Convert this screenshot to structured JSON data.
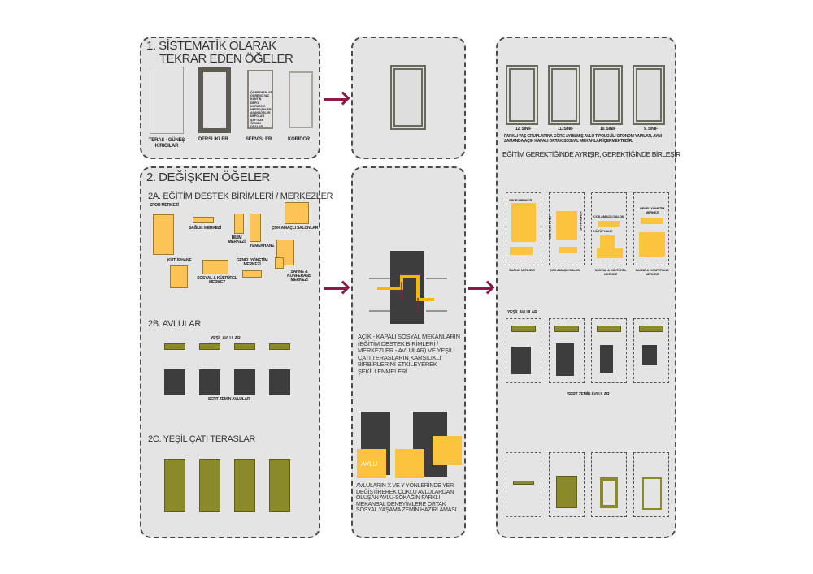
{
  "section1": {
    "title_line1": "1. SİSTEMATİK OLARAK",
    "title_line2": "TEKRAR EDEN ÖĞELER",
    "items": [
      "TERAS - GÜNEŞ KIRICILAR",
      "DERSLİKLER",
      "SERVİSLER",
      "KORİDOR"
    ],
    "services_list": [
      "ÖĞRETMENLER",
      "ÖĞRENCİ WC",
      "KANTİN",
      "DEPO",
      "KIRTASİYE",
      "MERDİVENLER",
      "ASANSÖRLER",
      "DEPOLAR",
      "ŞAFTLAR",
      "TEKNİK ODALAR"
    ]
  },
  "section2": {
    "title": "2. DEĞİŞKEN ÖĞELER",
    "sub_a": "2A. EĞİTİM DESTEK BİRİMLERİ / MERKEZLER",
    "units": [
      "SPOR MERKEZİ",
      "SAĞLIK MERKEZİ",
      "BİLİM MERKEZİ",
      "YEMEKHANE",
      "ÇOK AMAÇLI SALONLAR",
      "KÜTÜPHANE",
      "SOSYAL & KÜLTÜREL MERKEZ",
      "GENEL YÖNETİM MERKEZİ",
      "SAHNE & KONFERANS MERKEZİ"
    ],
    "sub_b": "2B. AVLULAR",
    "green_courts": "YEŞİL AVLULAR",
    "hard_courts": "SERT ZEMİN AVLULAR",
    "sub_c": "2C. YEŞİL ÇATI TERASLAR"
  },
  "middle": {
    "text1": "AÇIK - KAPALI SOSYAL MEKANLARIN (EĞİTİM DESTEK BİRİMLERİ / MERKEZLER - AVLULAR) VE YEŞİL ÇATI TERASLARIN KARŞILIKLI BİRBİRLERİNİ ETKİLEYEREK ŞEKİLLENMELERİ",
    "avlu": "AVLU",
    "text2": "AVLULARIN X VE Y YÖNLERİNDE YER DEĞİŞTİREREK ÇOKLU AVLULARDAN OLUŞAN AVLU-SOKAĞIN FARKLI MEKANSAL DENEYİMLERE ORTAK SOSYAL YAŞAMA ZEMİN HAZIRLAMASI"
  },
  "right": {
    "grades": [
      "12. SINIF",
      "11. SINIF",
      "10. SINIF",
      "9. SINIF"
    ],
    "note": "FARKLI YAŞ GRUPLARINA GÖRE AYRILMIŞ AVLU TİPOLOJİLİ OTONOM YAPILAR, AYNI ZAMANDA AÇIK KAPALI ORTAK SOSYAL MEKANLAR İÇERMEKTEDİR.",
    "slogan": "EĞİTİM GEREKTİĞİNDE AYRIŞIR, GEREKTİĞİNDE BİRLEŞİR",
    "blocks": [
      {
        "top": "SPOR MERKEZİ",
        "bottom": "SAĞLIK MERKEZİ"
      },
      {
        "side_left": "BİLİM MERKEZİ",
        "side_right": "YEMEKHANE",
        "bottom": "ÇOK AMAÇLI SALON"
      },
      {
        "top": "ÇOK AMAÇLI SALON",
        "mid": "KÜTÜPHANE",
        "bottom": "SOSYAL & KÜLTÜREL MERKEZ"
      },
      {
        "top": "GENEL YÖNETİM MERKEZİ",
        "bottom": "SAHNE & KONFERANS MERKEZİ"
      }
    ],
    "green_courts": "YEŞİL AVLULAR",
    "hard_courts": "SERT ZEMİN AVLULAR"
  },
  "colors": {
    "accent": "#8b1a4a",
    "yellow": "#fcc457",
    "green": "#8a8a2a",
    "dark": "#3d3d3d"
  }
}
